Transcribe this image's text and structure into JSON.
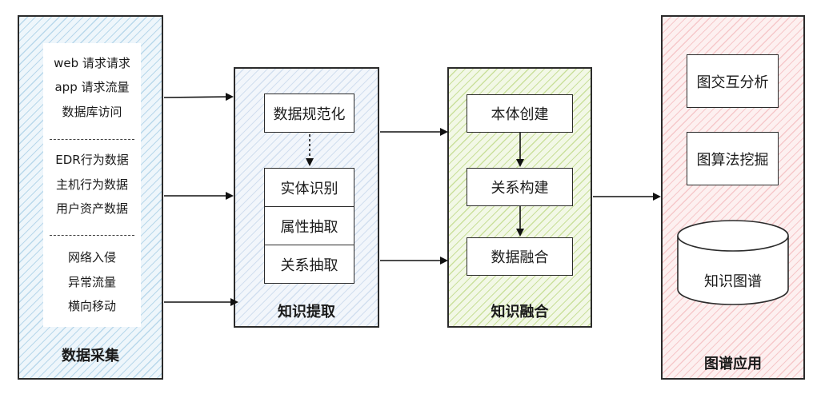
{
  "collection": {
    "title": "数据采集",
    "groups": [
      [
        "web 请求请求",
        "app 请求流量",
        "数据库访问"
      ],
      [
        "EDR行为数据",
        "主机行为数据",
        "用户资产数据"
      ],
      [
        "网络入侵",
        "异常流量",
        "横向移动"
      ]
    ]
  },
  "extraction": {
    "title": "知识提取",
    "normalize": "数据规范化",
    "steps": [
      "实体识别",
      "属性抽取",
      "关系抽取"
    ]
  },
  "fusion": {
    "title": "知识融合",
    "steps": [
      "本体创建",
      "关系构建",
      "数据融合"
    ]
  },
  "application": {
    "title": "图谱应用",
    "items": [
      "图交互分析",
      "图算法挖掘"
    ],
    "store": "知识图谱"
  }
}
